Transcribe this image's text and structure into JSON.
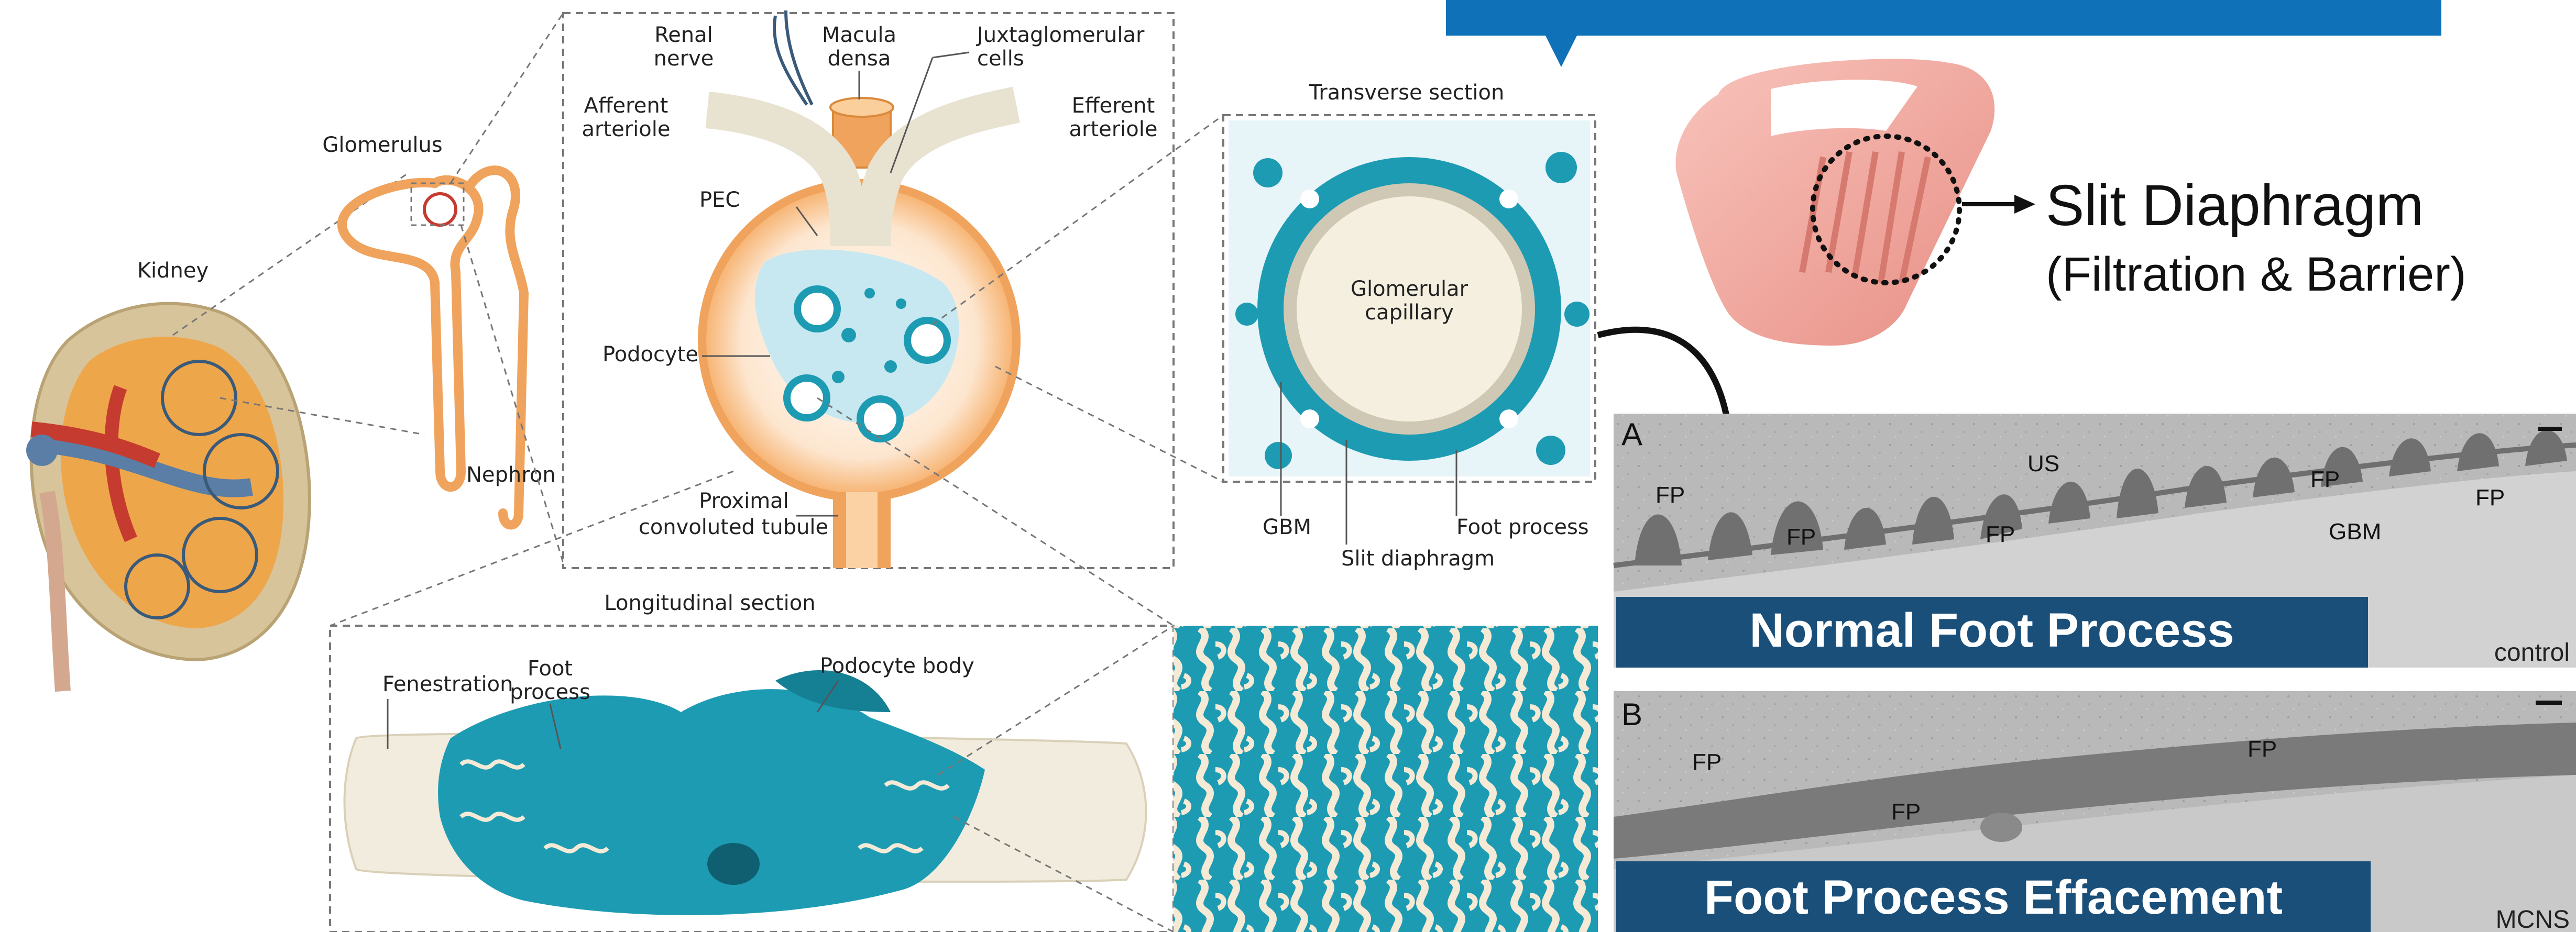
{
  "kidney": {
    "label": "Kidney"
  },
  "nephron": {
    "glomerulus_label": "Glomerulus",
    "nephron_label": "Nephron"
  },
  "glomerulus": {
    "renal_nerve": [
      "Renal",
      "nerve"
    ],
    "macula_densa": [
      "Macula",
      "densa"
    ],
    "juxtaglomerular": [
      "Juxtaglomerular",
      "cells"
    ],
    "afferent": [
      "Afferent",
      "arteriole"
    ],
    "efferent": [
      "Efferent",
      "arteriole"
    ],
    "pec": "PEC",
    "podocyte": "Podocyte",
    "proximal": [
      "Proximal",
      "convoluted tubule"
    ]
  },
  "transverse": {
    "title": "Transverse section",
    "capillary": [
      "Glomerular",
      "capillary"
    ],
    "gbm": "GBM",
    "slit": "Slit diaphragm",
    "foot": "Foot process"
  },
  "longitudinal": {
    "title": "Longitudinal section",
    "fenestration": "Fenestration",
    "foot": [
      "Foot",
      "process"
    ],
    "body": "Podocyte body"
  },
  "clip": {
    "title_line1": "Slit Diaphragm",
    "title_line2": "(Filtration & Barrier)"
  },
  "em": {
    "panel_a": {
      "letter": "A",
      "us": "US",
      "fp": "FP",
      "gbm": "GBM",
      "banner": "Normal Foot Process",
      "tag": "control"
    },
    "panel_b": {
      "letter": "B",
      "fp": "FP",
      "banner": "Foot Process Effacement",
      "tag": "MCNS"
    }
  },
  "colors": {
    "cyan": "#1d9bb3",
    "orange": "#f0a35c",
    "banner_blue": "#1a4f7a",
    "top_blue": "#0f71b8",
    "pink_clip": "#f3a9a0"
  }
}
